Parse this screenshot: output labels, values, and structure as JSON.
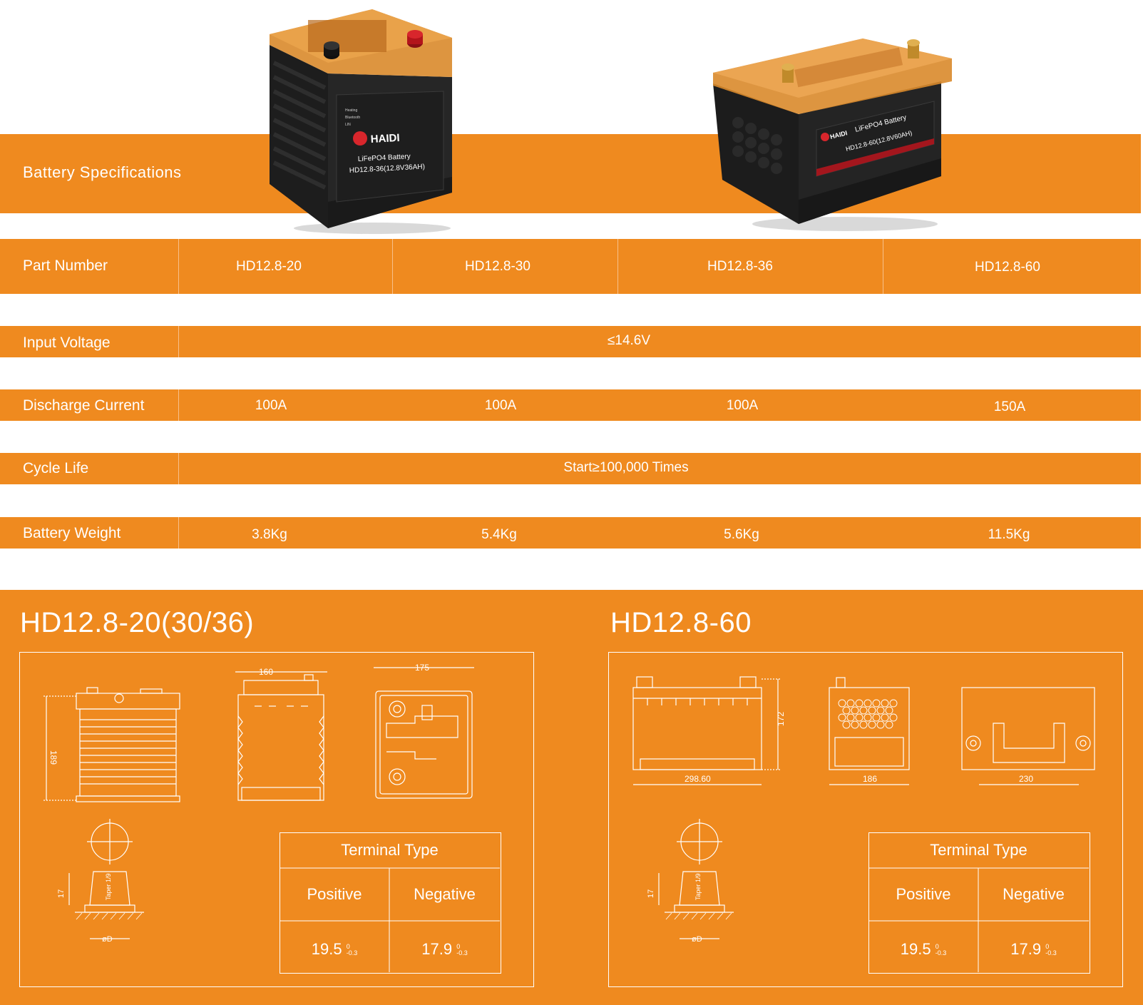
{
  "header": {
    "title": "Battery Specifications"
  },
  "spec_table": {
    "rows": [
      {
        "label": "Part Number",
        "values": [
          "HD12.8-20",
          "HD12.8-30",
          "HD12.8-36",
          "HD12.8-60"
        ]
      },
      {
        "label": "Input Voltage",
        "value": "≤14.6V"
      },
      {
        "label": "Discharge Current",
        "values": [
          "100A",
          "100A",
          "100A",
          "150A"
        ]
      },
      {
        "label": "Cycle Life",
        "value": "Start≥100,000 Times"
      },
      {
        "label": "Battery Weight",
        "values": [
          "3.8Kg",
          "5.4Kg",
          "5.6Kg",
          "11.5Kg"
        ]
      }
    ]
  },
  "battery_small": {
    "brand": "HAIDI",
    "type": "LiFePO4 Battery",
    "model": "HD12.8-36(12.8V36AH)",
    "features": [
      "Heating",
      "Bluetooth",
      "LIN"
    ]
  },
  "battery_large": {
    "brand": "HAIDI",
    "type": "LiFePO4 Battery",
    "model": "HD12.8-60(12.8V60AH)"
  },
  "drawings": [
    {
      "title": "HD12.8-20(30/36)",
      "dims": {
        "height": "189",
        "width": "160",
        "length": "175"
      },
      "terminal": {
        "heading": "Terminal Type",
        "positive_label": "Positive",
        "negative_label": "Negative",
        "positive_value": "19.5",
        "negative_value": "17.9",
        "tol_top": "0",
        "tol_bottom": "-0.3"
      },
      "terminal_drawing": {
        "height_label": "17",
        "taper_label": "Taper 1/9",
        "diameter_label": "øD"
      }
    },
    {
      "title": "HD12.8-60",
      "dims": {
        "height": "172",
        "length": "298.60",
        "width": "186",
        "top": "230"
      },
      "terminal": {
        "heading": "Terminal Type",
        "positive_label": "Positive",
        "negative_label": "Negative",
        "positive_value": "19.5",
        "negative_value": "17.9",
        "tol_top": "0",
        "tol_bottom": "-0.3"
      },
      "terminal_drawing": {
        "height_label": "17",
        "taper_label": "Taper 1/9",
        "diameter_label": "øD"
      }
    }
  ],
  "colors": {
    "accent": "#ef8a1f",
    "line": "#ffffff"
  }
}
